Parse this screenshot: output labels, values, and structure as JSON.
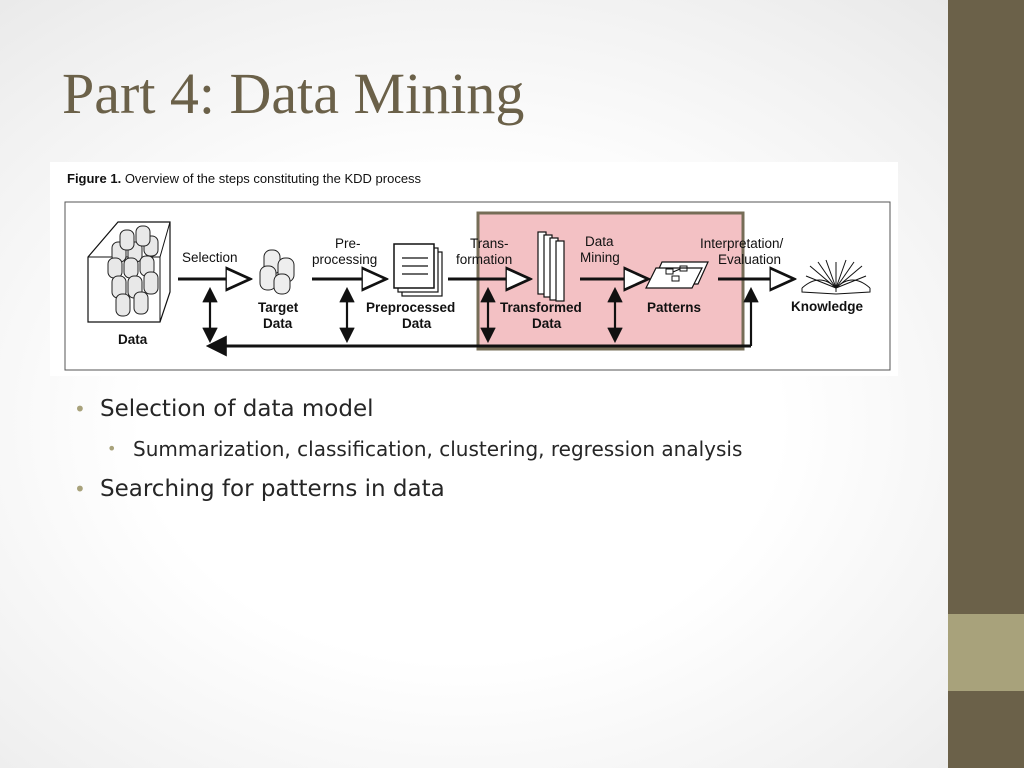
{
  "slide": {
    "title": "Part 4: Data Mining"
  },
  "figure": {
    "caption_label": "Figure 1.",
    "caption_text": "Overview of the steps constituting the KDD process",
    "steps": {
      "selection": "Selection",
      "preprocessing_1": "Pre-",
      "preprocessing_2": "processing",
      "transformation_1": "Trans-",
      "transformation_2": "formation",
      "data_mining_1": "Data",
      "data_mining_2": "Mining",
      "interpretation_1": "Interpretation/",
      "interpretation_2": "Evaluation"
    },
    "stages": {
      "data": "Data",
      "target_1": "Target",
      "target_2": "Data",
      "preprocessed_1": "Preprocessed",
      "preprocessed_2": "Data",
      "transformed_1": "Transformed",
      "transformed_2": "Data",
      "patterns": "Patterns",
      "knowledge": "Knowledge"
    },
    "highlight_color": "#f2bcbf",
    "highlight_border": "#6b6149"
  },
  "bullets": [
    {
      "text": "Selection of data model",
      "children": [
        {
          "text": "Summarization, classification, clustering, regression analysis"
        }
      ]
    },
    {
      "text": "Searching for patterns in data"
    }
  ],
  "theme": {
    "accent": "#6b6149",
    "accent_light": "#a8a27b"
  }
}
